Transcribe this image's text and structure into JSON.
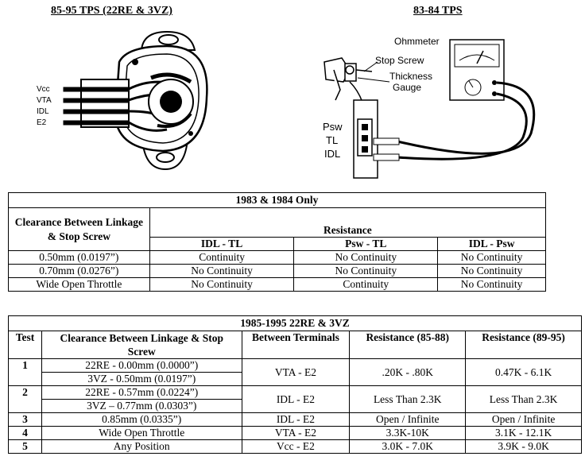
{
  "left_title": "85-95 TPS (22RE & 3VZ)",
  "right_title": "83-84 TPS",
  "left_labels": [
    "Vcc",
    "VTA",
    "IDL",
    "E2"
  ],
  "right_labels": {
    "ohmmeter": "Ohmmeter",
    "stop_screw": "Stop Screw",
    "thickness1": "Thickness",
    "thickness2": "Gauge",
    "psw": "Psw",
    "tl": "TL",
    "idl": "IDL"
  },
  "table1": {
    "title": "1983 & 1984 Only",
    "col0": "Clearance Between Linkage & Stop Screw",
    "resistance": "Resistance",
    "cols": [
      "IDL - TL",
      "Psw - TL",
      "IDL - Psw"
    ],
    "rows": [
      [
        "0.50mm (0.0197”)",
        "Continuity",
        "No Continuity",
        "No Continuity"
      ],
      [
        "0.70mm (0.0276”)",
        "No Continuity",
        "No Continuity",
        "No Continuity"
      ],
      [
        "Wide Open Throttle",
        "No Continuity",
        "Continuity",
        "No Continuity"
      ]
    ]
  },
  "table2": {
    "title": "1985-1995 22RE & 3VZ",
    "headers": [
      "Test",
      "Clearance Between Linkage & Stop Screw",
      "Between Terminals",
      "Resistance (85-88)",
      "Resistance (89-95)"
    ],
    "rows": [
      {
        "test": "1",
        "clear_a": "22RE - 0.00mm (0.0000”)",
        "clear_b": "3VZ - 0.50mm (0.0197”)",
        "terminals": "VTA - E2",
        "r1": ".20K - .80K",
        "r2": "0.47K - 6.1K"
      },
      {
        "test": "2",
        "clear_a": "22RE - 0.57mm (0.0224”)",
        "clear_b": "3VZ – 0.77mm (0.0303”)",
        "terminals": "IDL - E2",
        "r1": "Less Than 2.3K",
        "r2": "Less Than 2.3K"
      },
      {
        "test": "3",
        "clear": "0.85mm (0.0335”)",
        "terminals": "IDL - E2",
        "r1": "Open / Infinite",
        "r2": "Open / Infinite"
      },
      {
        "test": "4",
        "clear": "Wide Open Throttle",
        "terminals": "VTA - E2",
        "r1": "3.3K-10K",
        "r2": "3.1K - 12.1K"
      },
      {
        "test": "5",
        "clear": "Any Position",
        "terminals": "Vcc - E2",
        "r1": "3.0K - 7.0K",
        "r2": "3.9K - 9.0K"
      }
    ]
  }
}
